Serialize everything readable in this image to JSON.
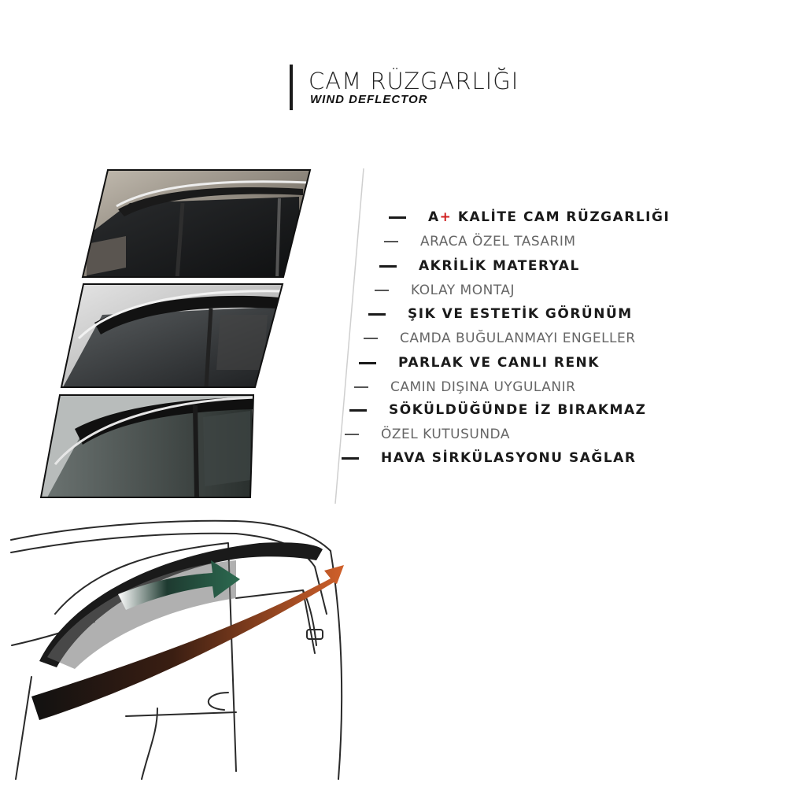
{
  "header": {
    "title": "CAM RÜZGARLIĞI",
    "subtitle": "WIND DEFLECTOR"
  },
  "features": [
    {
      "prefix_a": "A",
      "prefix_plus": "+",
      "text": " KALİTE CAM RÜZGARLIĞI",
      "style": "bold"
    },
    {
      "text": "ARACA ÖZEL TASARIM",
      "style": "light"
    },
    {
      "text": "AKRİLİK MATERYAL",
      "style": "bold"
    },
    {
      "text": "KOLAY MONTAJ",
      "style": "light"
    },
    {
      "text": "ŞIK VE ESTETİK GÖRÜNÜM",
      "style": "bold"
    },
    {
      "text": "CAMDA BUĞULANMAYI ENGELLER",
      "style": "light"
    },
    {
      "text": "PARLAK VE CANLI RENK",
      "style": "bold"
    },
    {
      "text": "CAMIN DIŞINA UYGULANIR",
      "style": "light"
    },
    {
      "text": "SÖKÜLDÜĞÜNDE İZ BIRAKMAZ",
      "style": "bold"
    },
    {
      "text": "ÖZEL KUTUSUNDA",
      "style": "light"
    },
    {
      "text": "HAVA SİRKÜLASYONU SAĞLAR",
      "style": "bold"
    }
  ],
  "colors": {
    "accent_plus": "#d02020",
    "airflow_green": "#1f4a3a",
    "airflow_orange": "#a8502a"
  },
  "images": [
    {
      "name": "product-photo-1"
    },
    {
      "name": "product-photo-2"
    },
    {
      "name": "product-photo-3"
    },
    {
      "name": "car-airflow-illustration"
    }
  ]
}
